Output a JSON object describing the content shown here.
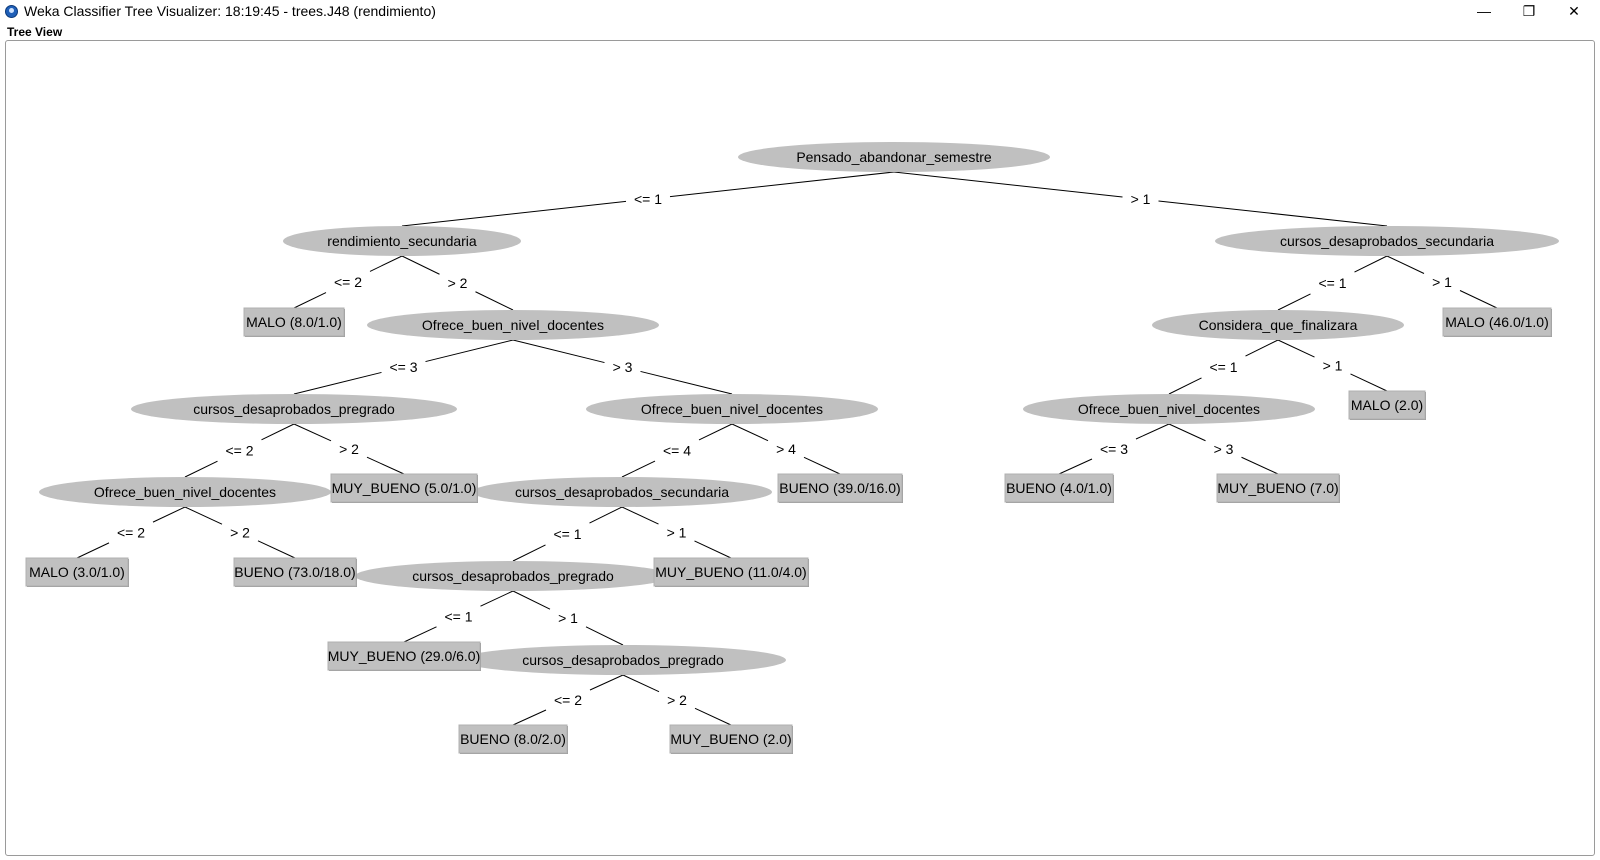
{
  "window": {
    "title": "Weka Classifier Tree Visualizer: 18:19:45 - trees.J48 (rendimiento)",
    "minimize_glyph": "—",
    "maximize_glyph": "❐",
    "close_glyph": "✕"
  },
  "pane": {
    "label": "Tree View"
  },
  "tree": {
    "colors": {
      "node_fill": "#c0c0c0",
      "leaf_fill": "#c0c0c0",
      "line": "#000000"
    },
    "nodes": {
      "root": "Pensado_abandonar_semestre",
      "n1": "rendimiento_secundaria",
      "n2": "cursos_desaprobados_secundaria",
      "n3": "Ofrece_buen_nivel_docentes",
      "n4": "Considera_que_finalizara",
      "n5": "cursos_desaprobados_pregrado",
      "n6": "Ofrece_buen_nivel_docentes",
      "n7": "Ofrece_buen_nivel_docentes",
      "n8": "Ofrece_buen_nivel_docentes",
      "n9": "cursos_desaprobados_secundaria",
      "n10": "cursos_desaprobados_pregrado",
      "n11": "cursos_desaprobados_pregrado"
    },
    "leaves": {
      "l1": "MALO (8.0/1.0)",
      "l2": "MALO (46.0/1.0)",
      "l3": "MALO (2.0)",
      "l4": "MUY_BUENO (5.0/1.0)",
      "l5": "BUENO (39.0/16.0)",
      "l6": "BUENO (4.0/1.0)",
      "l7": "MUY_BUENO (7.0)",
      "l8": "MALO (3.0/1.0)",
      "l9": "BUENO (73.0/18.0)",
      "l10": "MUY_BUENO (11.0/4.0)",
      "l11": "MUY_BUENO (29.0/6.0)",
      "l12": "BUENO (8.0/2.0)",
      "l13": "MUY_BUENO (2.0)"
    },
    "edges": {
      "e_root_n1": "<= 1",
      "e_root_n2": "> 1",
      "e_n1_l1": "<= 2",
      "e_n1_n3": "> 2",
      "e_n2_n4": "<= 1",
      "e_n2_l2": "> 1",
      "e_n3_n5": "<= 3",
      "e_n3_n6": "> 3",
      "e_n4_n7": "<= 1",
      "e_n4_l3": "> 1",
      "e_n5_n8": "<= 2",
      "e_n5_l4": "> 2",
      "e_n6_n9": "<= 4",
      "e_n6_l5": "> 4",
      "e_n7_l6": "<= 3",
      "e_n7_l7": "> 3",
      "e_n8_l8": "<= 2",
      "e_n8_l9": "> 2",
      "e_n9_n10": "<= 1",
      "e_n9_l10": "> 1",
      "e_n10_l11": "<= 1",
      "e_n10_n11": "> 1",
      "e_n11_l12": "<= 2",
      "e_n11_l13": "> 2"
    }
  }
}
